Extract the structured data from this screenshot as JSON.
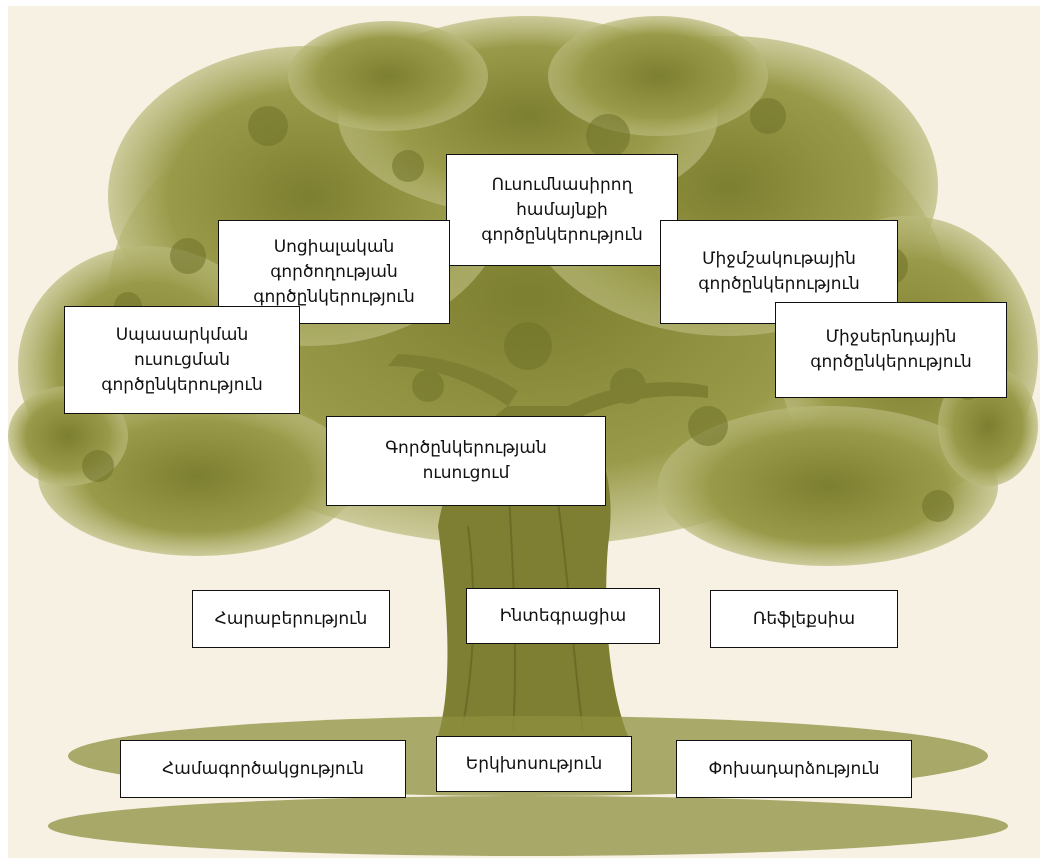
{
  "background": {
    "canvas_color": "#f6f1e3",
    "tree_color": "#8a8c3c",
    "image": "tree-illustration"
  },
  "boxes": {
    "learning_community": "Ուսումնասիրող\nհամայնքի\nգործընկերություն",
    "social_activity": "Սոցիալական\nգործողության\nգործընկերություն",
    "intercultural": "Միջմշակութային\nգործընկերություն",
    "service_learning": "Սպասարկման\nուսուցման\nգործընկերություն",
    "interdisciplinary": "Միջսերնդային\nգործընկերություն",
    "partnership_learning": "Գործընկերության\nուսուցում",
    "relationship": "Հարաբերություն",
    "integration": "Ինտեգրացիա",
    "reflection": "Ռեֆլեքսիա",
    "collaboration": "Համագործակցություն",
    "dialogue": "Երկխոսություն",
    "reciprocity": "Փոխադարձություն"
  }
}
